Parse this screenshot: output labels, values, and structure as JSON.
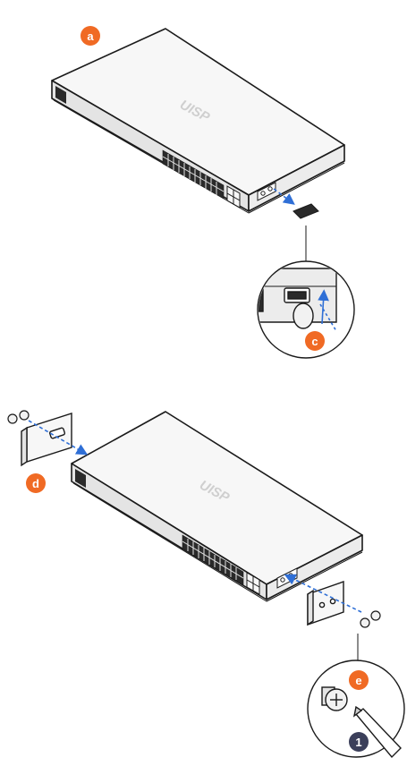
{
  "colors": {
    "outline": "#1a1a1a",
    "device_top": "#f7f7f7",
    "device_side": "#e4e4e4",
    "port": "#2a2a2a",
    "arrow": "#2f6fd6",
    "badge_orange": "#f06a24",
    "badge_navy": "#3b3f5a",
    "logo": "#cfcfcf"
  },
  "labels": {
    "badge_a": "a",
    "badge_c": "c",
    "badge_d": "d",
    "badge_e": "e",
    "badge_step1": "1",
    "logo_top": "UISP",
    "logo_bottom": "UISP"
  },
  "icons": {
    "screwdriver": "screwdriver-icon",
    "screw": "phillips-screw-icon"
  }
}
